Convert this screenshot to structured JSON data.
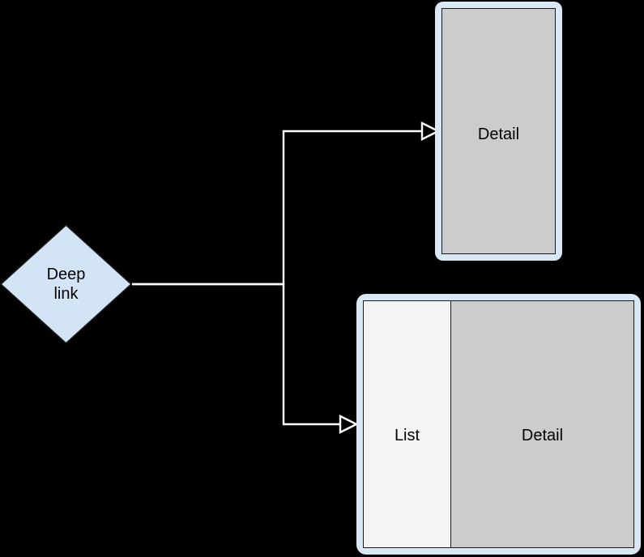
{
  "diagram": {
    "title": "Deep link navigation diagram",
    "background_color": "#000000",
    "nodes": {
      "source": {
        "shape": "diamond",
        "label": "Deep\nlink",
        "label_line1": "Deep",
        "label_line2": "link",
        "fill_color": "#d4e4f7",
        "stroke_color": "#1a1a1a",
        "text_color": "#000000"
      },
      "phone": {
        "shape": "rounded-rectangle",
        "device_type": "phone",
        "frame_color": "#dae8f6",
        "screen_color": "#cccccc",
        "stroke_color": "#1a1a1a",
        "panes": [
          {
            "name": "detail-pane",
            "label": "Detail",
            "fill_color": "#cccccc"
          }
        ]
      },
      "tablet": {
        "shape": "rounded-rectangle",
        "device_type": "tablet",
        "frame_color": "#dae8f6",
        "stroke_color": "#1a1a1a",
        "panes": [
          {
            "name": "list-pane",
            "label": "List",
            "fill_color": "#f4f4f4"
          },
          {
            "name": "detail-pane",
            "label": "Detail",
            "fill_color": "#cccccc"
          }
        ]
      }
    },
    "edges": [
      {
        "name": "edge-deeplink-to-phone",
        "from": "source",
        "to": "phone",
        "style": "orthogonal",
        "arrowhead": "open",
        "color": "#ffffff"
      },
      {
        "name": "edge-deeplink-to-tablet",
        "from": "source",
        "to": "tablet",
        "style": "orthogonal",
        "arrowhead": "open",
        "color": "#ffffff"
      }
    ]
  }
}
